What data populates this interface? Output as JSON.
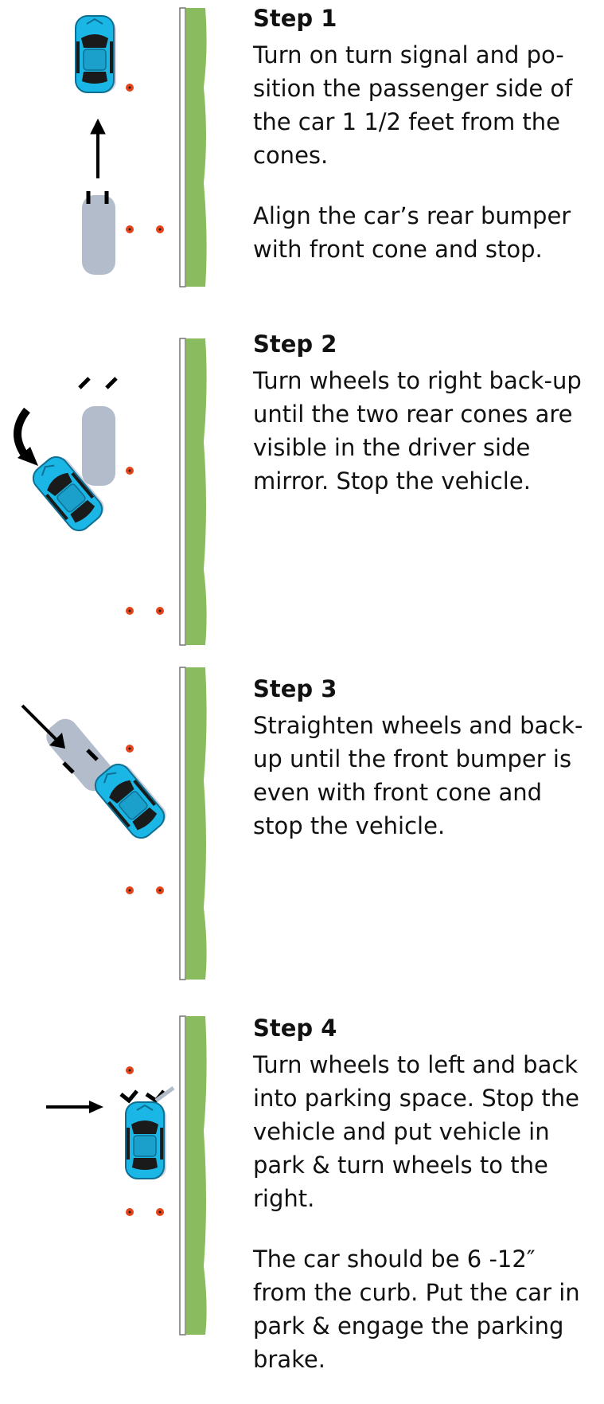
{
  "colors": {
    "curb_grass": "#8bbb5f",
    "curb_edge": "#777777",
    "car_active": "#1ab6e6",
    "car_ghost": "#b3bccb",
    "cone": "#e5441b",
    "arrow": "#000000"
  },
  "steps": [
    {
      "title": "Step 1",
      "paragraphs": [
        "Turn on turn signal and po-sition the passenger side of the car 1 1/2 feet from the cones.",
        "Align the car’s rear bumper with front cone and stop."
      ]
    },
    {
      "title": "Step 2",
      "paragraphs": [
        "Turn wheels to right back-up until the two rear cones are visible in the driver side mirror. Stop the vehicle."
      ]
    },
    {
      "title": "Step 3",
      "paragraphs": [
        "Straighten wheels and back-up until the front bumper is even with front cone and stop the vehicle."
      ]
    },
    {
      "title": "Step 4",
      "paragraphs": [
        "Turn wheels to left and back into parking space. Stop the vehicle and put vehicle in park & turn wheels to the right.",
        "The car should be 6 -12″ from the curb. Put the car in park & engage the parking brake."
      ]
    }
  ]
}
